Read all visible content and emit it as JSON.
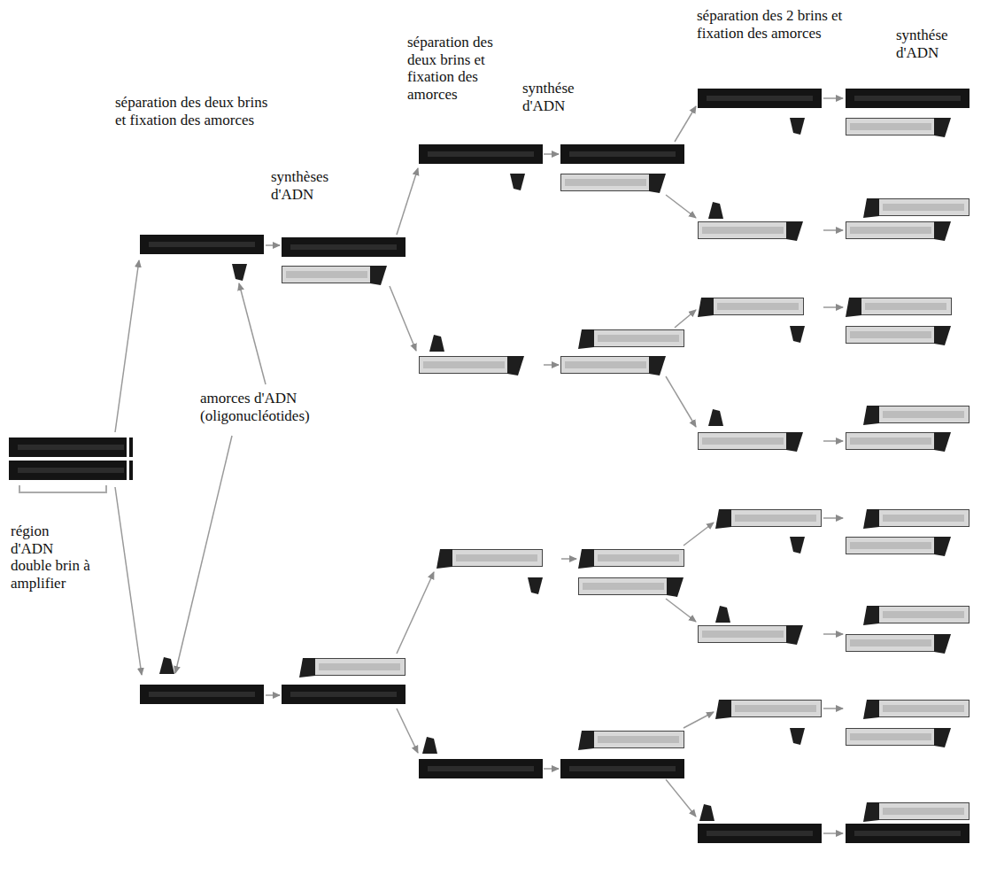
{
  "diagram": {
    "labels": [
      "séparation des deux brins et fixation des amorces",
      "synthèses d'ADN",
      "séparation des deux brins et fixation des amorces",
      "synthése d'ADN",
      "séparation des 2 brins et fixation des amorces",
      "synthése d'ADN",
      "amorces d'ADN (oligonucléotides)",
      "région d'ADN double brin à amplifier"
    ]
  }
}
